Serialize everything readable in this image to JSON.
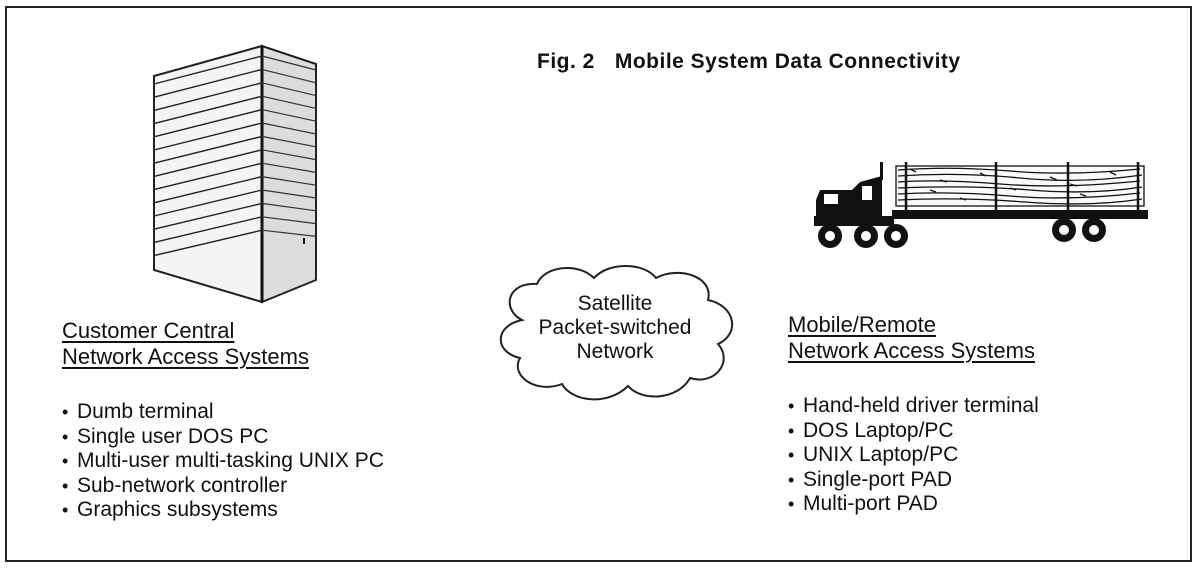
{
  "figure": {
    "label": "Fig. 2",
    "title": "Mobile System Data Connectivity"
  },
  "left": {
    "icon": "server-tower-icon",
    "heading_line1": "Customer Central",
    "heading_line2": "Network Access Systems",
    "items": [
      "Dumb terminal",
      "Single user DOS PC",
      "Multi-user multi-tasking UNIX PC",
      "Sub-network controller",
      "Graphics subsystems"
    ]
  },
  "center": {
    "icon": "network-cloud-icon",
    "line1": "Satellite",
    "line2": "Packet-switched",
    "line3": "Network"
  },
  "right": {
    "icon": "logging-truck-icon",
    "heading_line1": "Mobile/Remote",
    "heading_line2": "Network Access Systems",
    "items": [
      "Hand-held driver terminal",
      "DOS Laptop/PC",
      "UNIX Laptop/PC",
      "Single-port PAD",
      "Multi-port PAD"
    ]
  }
}
